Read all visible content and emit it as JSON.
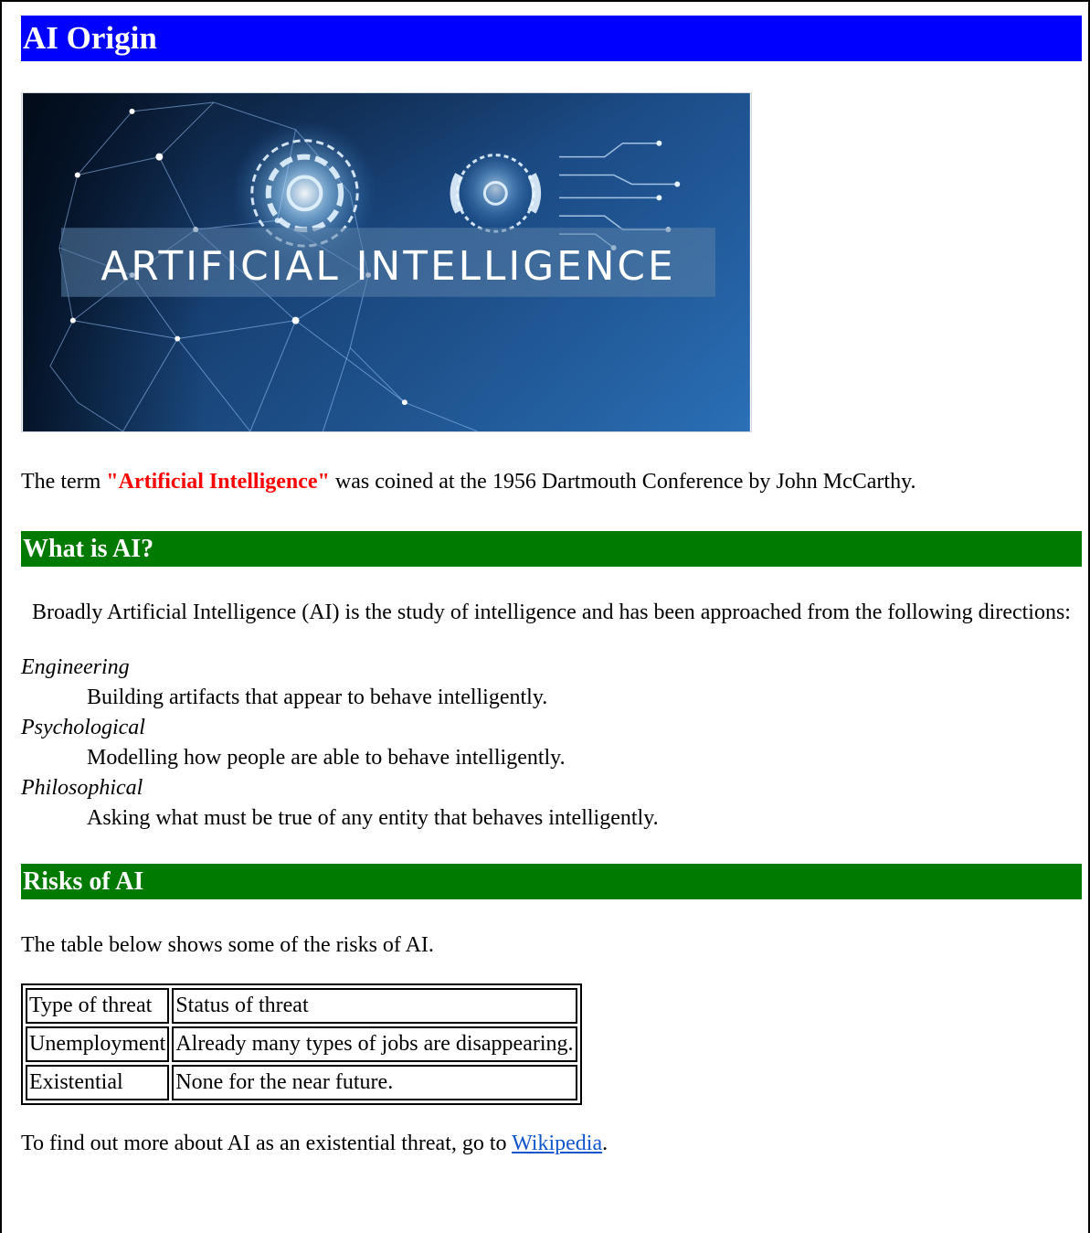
{
  "page": {
    "title": "AI Origin"
  },
  "hero_image": {
    "caption_text": "ARTIFICIAL INTELLIGENCE"
  },
  "intro": {
    "before": "The term ",
    "highlight": "\"Artificial Intelligence\"",
    "after": " was coined at the 1956 Dartmouth Conference by John McCarthy."
  },
  "section_what": {
    "heading": "What is AI?",
    "lead": "Broadly Artificial Intelligence (AI) is the study of intelligence and has been approached from the following directions:",
    "directions": [
      {
        "term": "Engineering",
        "desc": "Building artifacts that appear to behave intelligently."
      },
      {
        "term": "Psychological",
        "desc": "Modelling how people are able to behave intelligently."
      },
      {
        "term": "Philosophical",
        "desc": "Asking what must be true of any entity that behaves intelligently."
      }
    ]
  },
  "section_risks": {
    "heading": "Risks of AI",
    "lead": "The table below shows some of the risks of AI.",
    "table": {
      "header": [
        "Type of threat",
        "Status of threat"
      ],
      "rows": [
        [
          "Unemployment",
          "Already many types of jobs are disappearing."
        ],
        [
          "Existential",
          "None for the near future."
        ]
      ]
    },
    "outro_before": "To find out more about AI as an existential threat, go to ",
    "link_text": "Wikipedia",
    "outro_after": "."
  },
  "colors": {
    "title_bar": "#0000ff",
    "section_bar": "#007a00",
    "highlight": "#ff0000",
    "link": "#1155cc"
  }
}
